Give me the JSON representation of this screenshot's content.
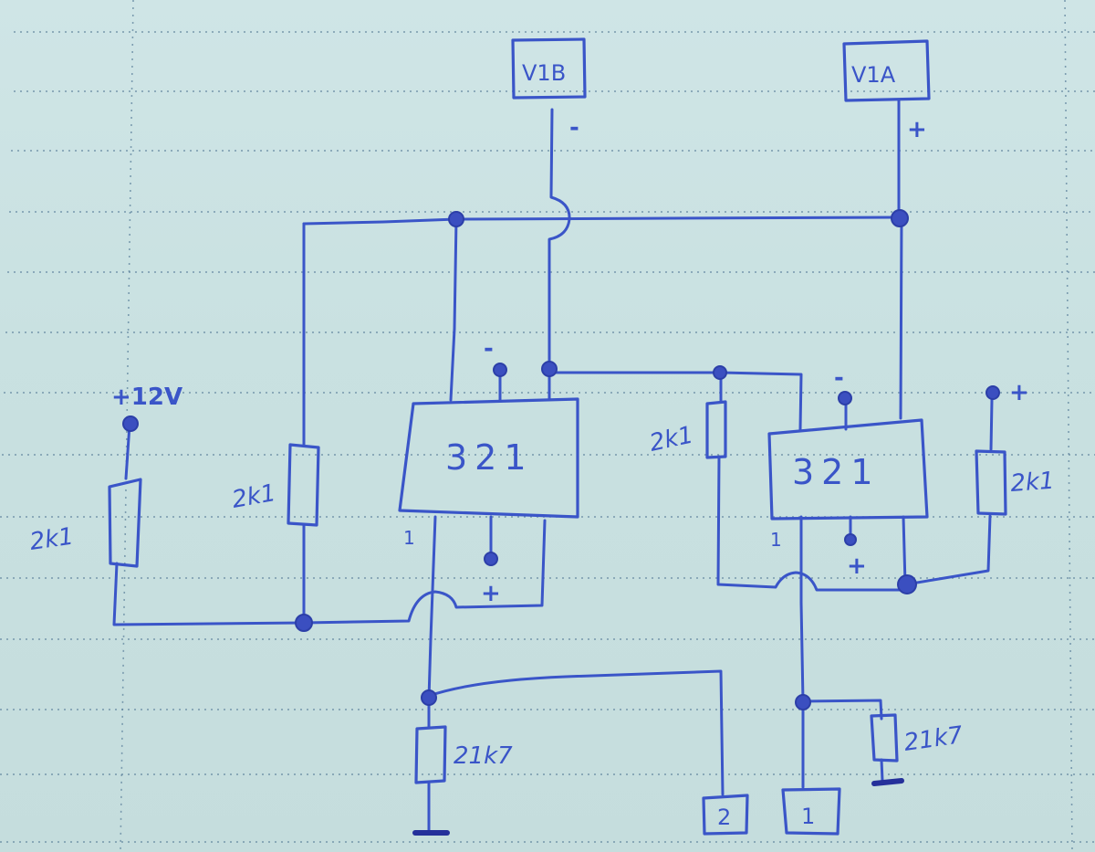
{
  "diagram": {
    "type": "hand-drawn circuit schematic",
    "colors": {
      "paper": "#c9e1e1",
      "ink": "#3a55c8",
      "grid_dots": "#5a7f9a"
    },
    "terminals": {
      "v1b": {
        "label": "V1B",
        "polarity": "-"
      },
      "v1a": {
        "label": "V1A",
        "polarity": "+"
      },
      "out2": {
        "label": "2"
      },
      "out1": {
        "label": "1"
      }
    },
    "supply": {
      "label": "+12V"
    },
    "chips": [
      {
        "label": "321",
        "top_polarity": "-",
        "bottom_polarity": "+",
        "pin_label": "1"
      },
      {
        "label": "321",
        "top_polarity": "-",
        "bottom_polarity": "+",
        "pin_label": "1"
      }
    ],
    "resistors": [
      {
        "id": "r-supply",
        "value": "2k1"
      },
      {
        "id": "r-left-mid",
        "value": "2k1"
      },
      {
        "id": "r-right-chip-left",
        "value": "2k1"
      },
      {
        "id": "r-right-chip-right",
        "value": "2k1",
        "polarity": "+"
      },
      {
        "id": "r-bottom-left",
        "value": "21k7"
      },
      {
        "id": "r-bottom-right",
        "value": "21k7"
      }
    ]
  }
}
